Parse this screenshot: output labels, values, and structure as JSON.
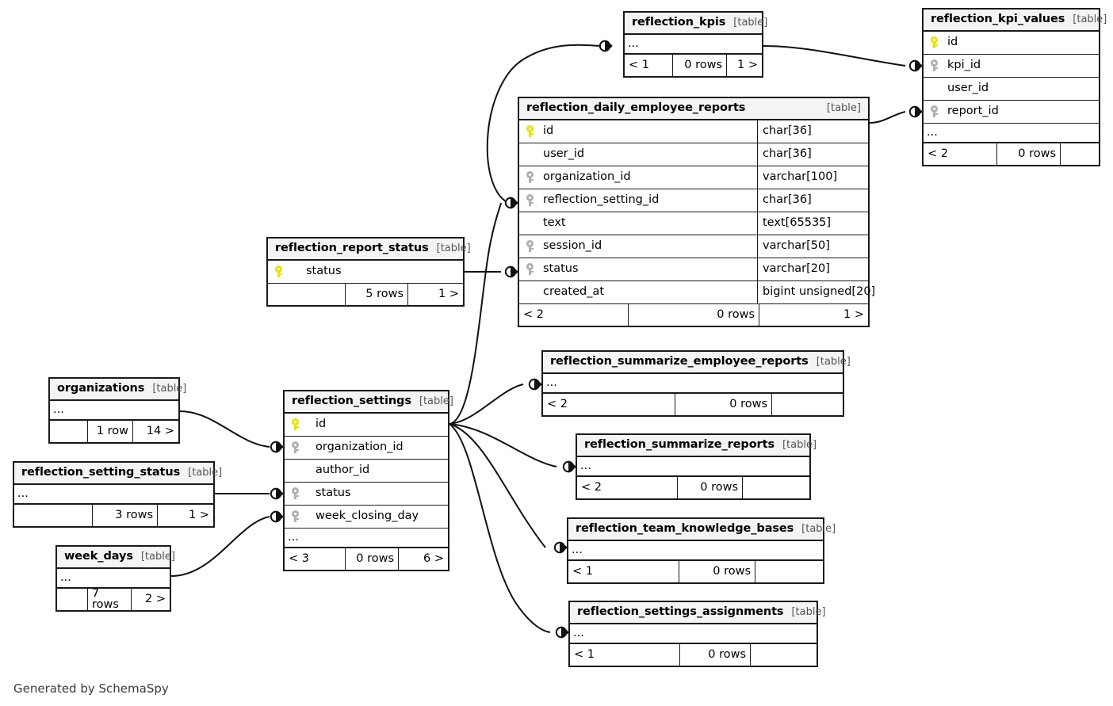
{
  "diagram": {
    "generator_note": "Generated by SchemaSpy",
    "kind_label": "[table]",
    "ellipsis": "..."
  },
  "tables": {
    "reflection_kpis": {
      "name": "reflection_kpis",
      "kind": "[table]",
      "ellipsis": "...",
      "footer": {
        "left": "< 1",
        "mid": "0 rows",
        "right": "1 >"
      }
    },
    "reflection_kpi_values": {
      "name": "reflection_kpi_values",
      "kind": "[table]",
      "columns": [
        {
          "key": "pk",
          "name": "id"
        },
        {
          "key": "fk",
          "name": "kpi_id"
        },
        {
          "key": "none",
          "name": "user_id"
        },
        {
          "key": "fk",
          "name": "report_id"
        }
      ],
      "ellipsis": "...",
      "footer": {
        "left": "< 2",
        "mid": "0 rows",
        "right": ""
      }
    },
    "reflection_daily_employee_reports": {
      "name": "reflection_daily_employee_reports",
      "kind": "[table]",
      "columns": [
        {
          "key": "pk",
          "name": "id",
          "type": "char[36]"
        },
        {
          "key": "none",
          "name": "user_id",
          "type": "char[36]"
        },
        {
          "key": "fk",
          "name": "organization_id",
          "type": "varchar[100]"
        },
        {
          "key": "fk",
          "name": "reflection_setting_id",
          "type": "char[36]"
        },
        {
          "key": "none",
          "name": "text",
          "type": "text[65535]"
        },
        {
          "key": "fk",
          "name": "session_id",
          "type": "varchar[50]"
        },
        {
          "key": "fk",
          "name": "status",
          "type": "varchar[20]"
        },
        {
          "key": "none",
          "name": "created_at",
          "type": "bigint unsigned[20]"
        }
      ],
      "footer": {
        "left": "< 2",
        "mid": "0 rows",
        "right": "1 >"
      }
    },
    "reflection_report_status": {
      "name": "reflection_report_status",
      "kind": "[table]",
      "columns": [
        {
          "key": "pk",
          "name": "status"
        }
      ],
      "footer": {
        "left": "",
        "mid": "5 rows",
        "right": "1 >"
      }
    },
    "organizations": {
      "name": "organizations",
      "kind": "[table]",
      "ellipsis": "...",
      "footer": {
        "left": "",
        "mid": "1 row",
        "right": "14 >"
      }
    },
    "reflection_setting_status": {
      "name": "reflection_setting_status",
      "kind": "[table]",
      "ellipsis": "...",
      "footer": {
        "left": "",
        "mid": "3 rows",
        "right": "1 >"
      }
    },
    "week_days": {
      "name": "week_days",
      "kind": "[table]",
      "ellipsis": "...",
      "footer": {
        "left": "",
        "mid": "7 rows",
        "right": "2 >"
      }
    },
    "reflection_settings": {
      "name": "reflection_settings",
      "kind": "[table]",
      "columns": [
        {
          "key": "pk",
          "name": "id"
        },
        {
          "key": "fk",
          "name": "organization_id"
        },
        {
          "key": "none",
          "name": "author_id"
        },
        {
          "key": "fk",
          "name": "status"
        },
        {
          "key": "fk",
          "name": "week_closing_day"
        }
      ],
      "ellipsis": "...",
      "footer": {
        "left": "< 3",
        "mid": "0 rows",
        "right": "6 >"
      }
    },
    "reflection_summarize_employee_reports": {
      "name": "reflection_summarize_employee_reports",
      "kind": "[table]",
      "ellipsis": "...",
      "footer": {
        "left": "< 2",
        "mid": "0 rows",
        "right": ""
      }
    },
    "reflection_summarize_reports": {
      "name": "reflection_summarize_reports",
      "kind": "[table]",
      "ellipsis": "...",
      "footer": {
        "left": "< 2",
        "mid": "0 rows",
        "right": ""
      }
    },
    "reflection_team_knowledge_bases": {
      "name": "reflection_team_knowledge_bases",
      "kind": "[table]",
      "ellipsis": "...",
      "footer": {
        "left": "< 1",
        "mid": "0 rows",
        "right": ""
      }
    },
    "reflection_settings_assignments": {
      "name": "reflection_settings_assignments",
      "kind": "[table]",
      "ellipsis": "...",
      "footer": {
        "left": "< 1",
        "mid": "0 rows",
        "right": ""
      }
    }
  },
  "relationships": [
    {
      "from": "reflection_daily_employee_reports",
      "to": "reflection_kpis"
    },
    {
      "from": "reflection_kpis",
      "to": "reflection_kpi_values.kpi_id"
    },
    {
      "from": "reflection_daily_employee_reports",
      "to": "reflection_kpi_values.report_id"
    },
    {
      "from": "reflection_settings",
      "to": "reflection_daily_employee_reports.reflection_setting_id"
    },
    {
      "from": "reflection_report_status",
      "to": "reflection_daily_employee_reports.status"
    },
    {
      "from": "organizations",
      "to": "reflection_settings.organization_id"
    },
    {
      "from": "reflection_setting_status",
      "to": "reflection_settings.status"
    },
    {
      "from": "week_days",
      "to": "reflection_settings.week_closing_day"
    },
    {
      "from": "reflection_settings",
      "to": "reflection_summarize_employee_reports"
    },
    {
      "from": "reflection_settings",
      "to": "reflection_summarize_reports"
    },
    {
      "from": "reflection_settings",
      "to": "reflection_team_knowledge_bases"
    },
    {
      "from": "reflection_settings",
      "to": "reflection_settings_assignments"
    }
  ],
  "colors": {
    "primary_key": "#e8e400",
    "foreign_key": "#b0b0b0",
    "border": "#1a1a1a",
    "header_bg": "#f4f4f4",
    "background": "#ffffff"
  }
}
